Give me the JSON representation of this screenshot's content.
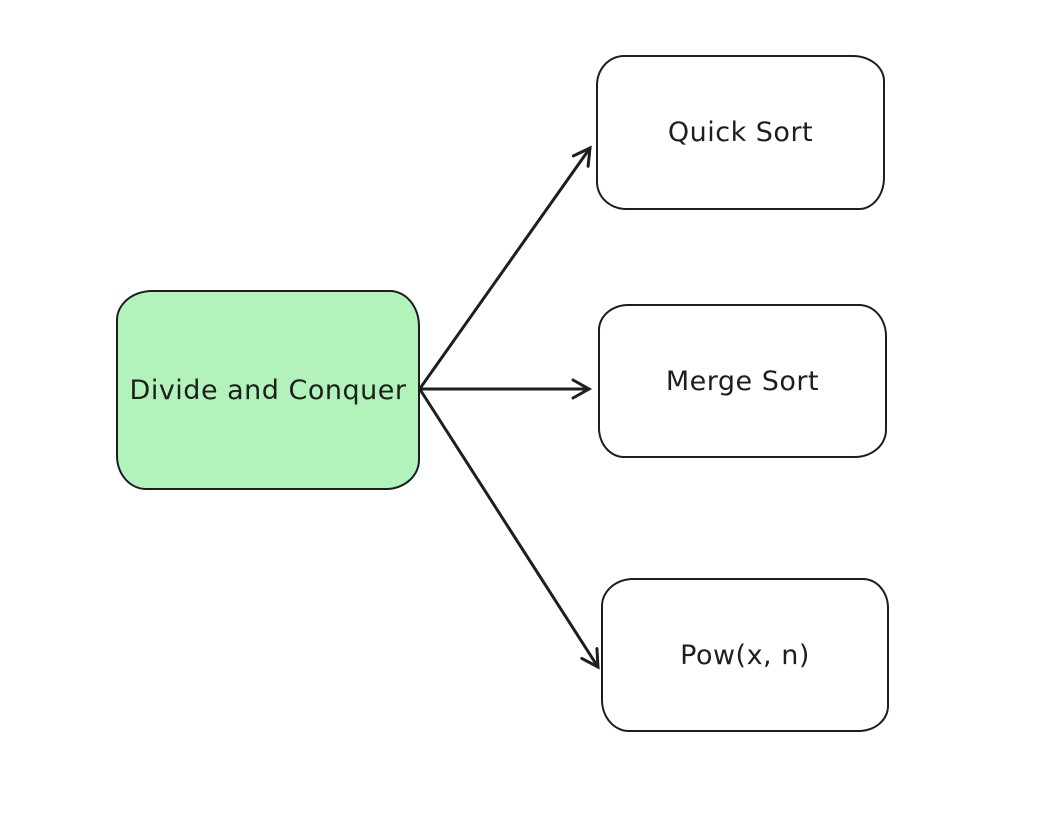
{
  "diagram": {
    "background_color": "#ffffff",
    "stroke_color": "#1e1e1e",
    "nodes": [
      {
        "id": "divide-and-conquer",
        "label": "Divide and Conquer",
        "fill": "#b2f2bb",
        "shape": "rounded-rectangle"
      },
      {
        "id": "quick-sort",
        "label": "Quick Sort",
        "fill": "#ffffff",
        "shape": "rounded-rectangle"
      },
      {
        "id": "merge-sort",
        "label": "Merge Sort",
        "fill": "#ffffff",
        "shape": "rounded-rectangle"
      },
      {
        "id": "pow-x-n",
        "label": "Pow(x, n)",
        "fill": "#ffffff",
        "shape": "rounded-rectangle"
      }
    ],
    "edges": [
      {
        "from": "divide-and-conquer",
        "to": "quick-sort",
        "style": "arrow"
      },
      {
        "from": "divide-and-conquer",
        "to": "merge-sort",
        "style": "arrow"
      },
      {
        "from": "divide-and-conquer",
        "to": "pow-x-n",
        "style": "arrow"
      }
    ]
  }
}
